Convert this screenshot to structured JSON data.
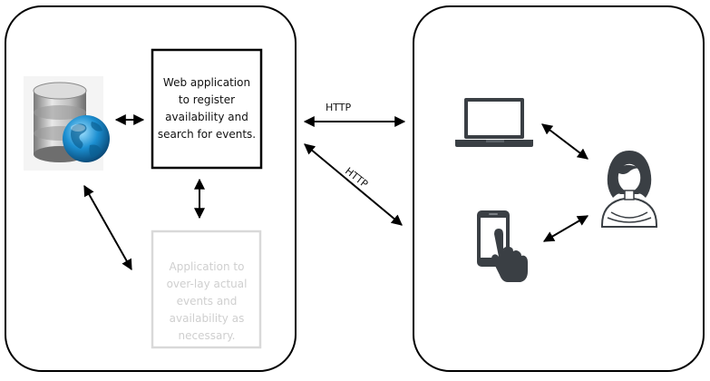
{
  "nodes": {
    "web_app": "Web application to register availability and search for events.",
    "overlay_app": "Application to over-lay actual events and availability as necessary."
  },
  "edges": {
    "http_horizontal": "HTTP",
    "http_diagonal": "HTTP"
  },
  "icons": {
    "database": "database-globe-icon",
    "laptop": "laptop-icon",
    "phone": "smartphone-touch-icon",
    "user": "user-avatar-icon"
  },
  "colors": {
    "stroke": "#000000",
    "faded": "#d9d9d9",
    "globe": "#1a86c8"
  }
}
